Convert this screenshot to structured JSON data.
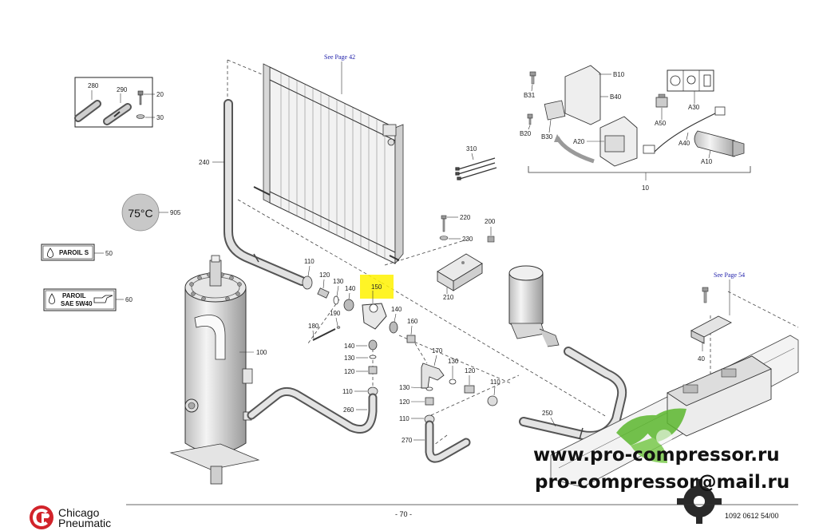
{
  "references": {
    "see_page_42": "See Page 42",
    "see_page_54": "See Page 54"
  },
  "temperature_badge": "75°C",
  "oil_labels": {
    "paroil_s": "PAROIL S",
    "paroil_sae_line1": "PAROIL",
    "paroil_sae_line2": "SAE 5W40"
  },
  "callouts": {
    "c280": "280",
    "c290": "290",
    "c20": "20",
    "c30": "30",
    "c240": "240",
    "c905": "905",
    "c50": "50",
    "c60": "60",
    "c100": "100",
    "c110a": "110",
    "c120a": "120",
    "c130a": "130",
    "c140a": "140",
    "c150": "150",
    "c140b": "140",
    "c160": "160",
    "c180": "180",
    "c190": "190",
    "c140c": "140",
    "c130b": "130",
    "c120b": "120",
    "c110b": "110",
    "c260": "260",
    "c170": "170",
    "c130c": "130",
    "c120c": "120",
    "c110c": "110",
    "c130d": "130",
    "c120d": "120",
    "c110d": "110",
    "c270": "270",
    "c250": "250",
    "c210": "210",
    "c220": "220",
    "c230": "230",
    "c200": "200",
    "c310": "310",
    "c40": "40",
    "c10": "10",
    "cB10": "B10",
    "cB31": "B31",
    "cB40": "B40",
    "cB20": "B20",
    "cB30": "B30",
    "cA20": "A20",
    "cA50": "A50",
    "cA30": "A30",
    "cA40": "A40",
    "cA10": "A10"
  },
  "watermark": {
    "url": "www.pro-compressor.ru",
    "email": "pro-compressor@mail.ru"
  },
  "footer": {
    "brand_line1": "Chicago",
    "brand_line2": "Pneumatic",
    "page_number": "- 70 -",
    "doc_number": "1092 0612 54/00"
  },
  "colors": {
    "highlight": "#fff200",
    "reference_blue": "#1a1aa8",
    "brand_red": "#d2232a",
    "watermark_green": "#5cb82e"
  }
}
